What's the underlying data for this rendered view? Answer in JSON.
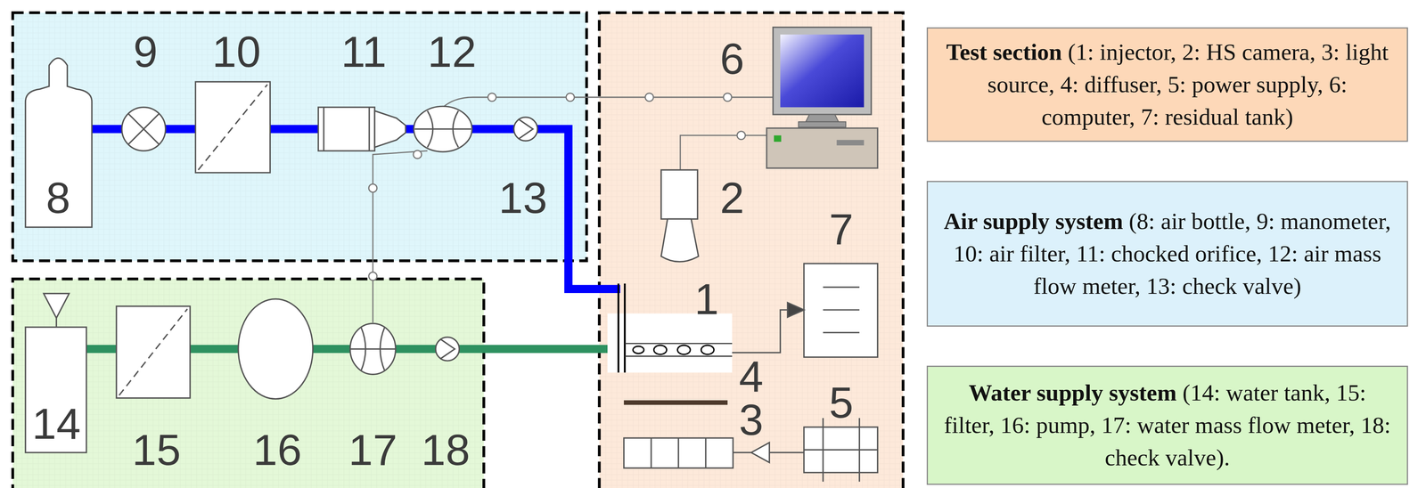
{
  "diagram": {
    "nodes": [
      {
        "text": [
          "Test section",
          "(1: injector, 2: HS camera, 3: light source, 4: diffuser, 5: power supply, 6: computer, 7: residual tank)"
        ]
      },
      {
        "text": [
          "Air supply system",
          "(8: air bottle, 9: manometer, 10: air filter, 11: chocked orifice, 12: air mass flow meter, 13: check valve)"
        ]
      },
      {
        "text": [
          "Water supply system",
          "(14: water tank, 15: filter, 16: pump, 17: water mass flow meter, 18: check valve)."
        ]
      }
    ],
    "labels": [
      "9",
      "10",
      "11",
      "12",
      "6",
      "13",
      "2",
      "7",
      "1",
      "4",
      "3",
      "5",
      "8",
      "14",
      "15",
      "16",
      "17",
      "18"
    ]
  }
}
